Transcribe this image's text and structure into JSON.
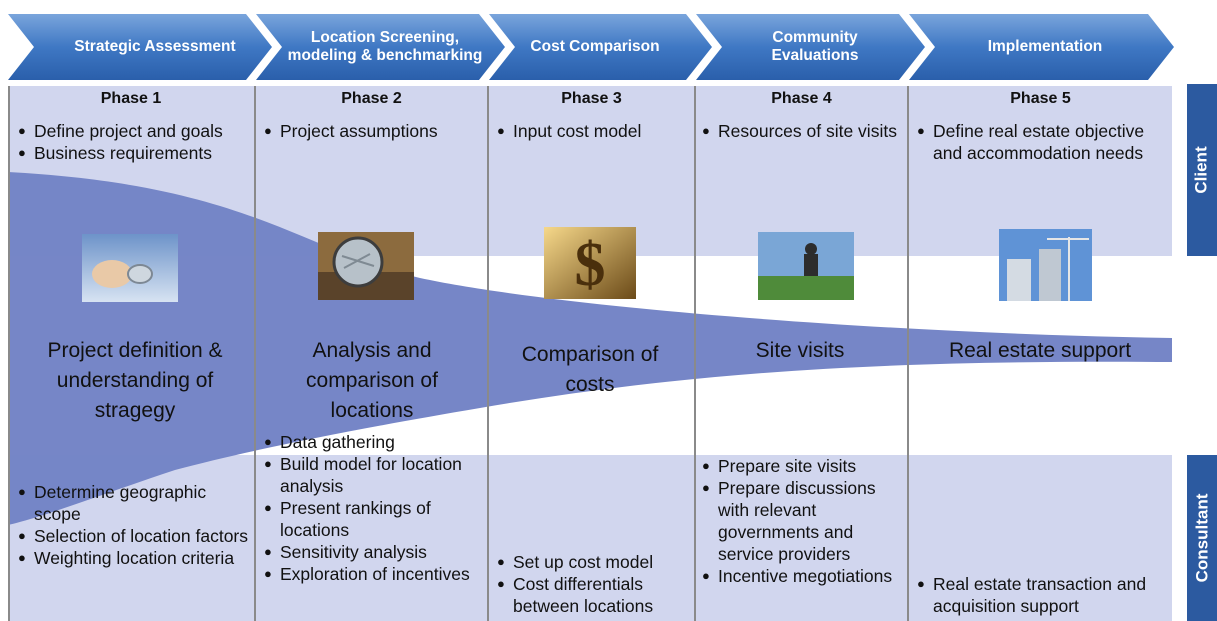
{
  "colors": {
    "chevron_dark": "#2a63b0",
    "chevron_light": "#6d9ad6",
    "band": "#d1d6ee",
    "funnel": "#7384c6",
    "side_label": "#2c5aa0"
  },
  "stages": [
    {
      "title": "Strategic Assessment"
    },
    {
      "title": "Location Screening, modeling & benchmarking"
    },
    {
      "title": "Cost Comparison"
    },
    {
      "title": "Community Evaluations"
    },
    {
      "title": "Implementation"
    }
  ],
  "phases": [
    "Phase 1",
    "Phase 2",
    "Phase 3",
    "Phase 4",
    "Phase 5"
  ],
  "client_items": [
    [
      "Define project and goals",
      "Business requirements"
    ],
    [
      "Project assumptions"
    ],
    [
      "Input cost model"
    ],
    [
      "Resources of site visits"
    ],
    [
      "Define real estate objective and accommodation needs"
    ]
  ],
  "funnel_labels": [
    "Project definition & understanding of stragegy",
    "Analysis and comparison of locations",
    "Comparison of costs",
    "Site visits",
    "Real estate support"
  ],
  "consultant_items": [
    [
      "Determine geographic scope",
      "Selection of location factors",
      "Weighting location criteria"
    ],
    [
      "Data gathering",
      "Build model for location analysis",
      "Present rankings of locations",
      "Sensitivity analysis",
      "Exploration of incentives"
    ],
    [
      "Set up cost model",
      "Cost differentials between locations"
    ],
    [
      "Prepare site visits",
      "Prepare discussions with relevant governments and service providers",
      "Incentive megotiations"
    ],
    [
      "Real estate transaction and acquisition support"
    ]
  ],
  "side_labels": {
    "client": "Client",
    "consultant": "Consultant"
  },
  "photo_icons": [
    "hand-compass-icon",
    "magnifier-map-icon",
    "dollar-money-icon",
    "site-visit-person-icon",
    "construction-cranes-icon"
  ]
}
